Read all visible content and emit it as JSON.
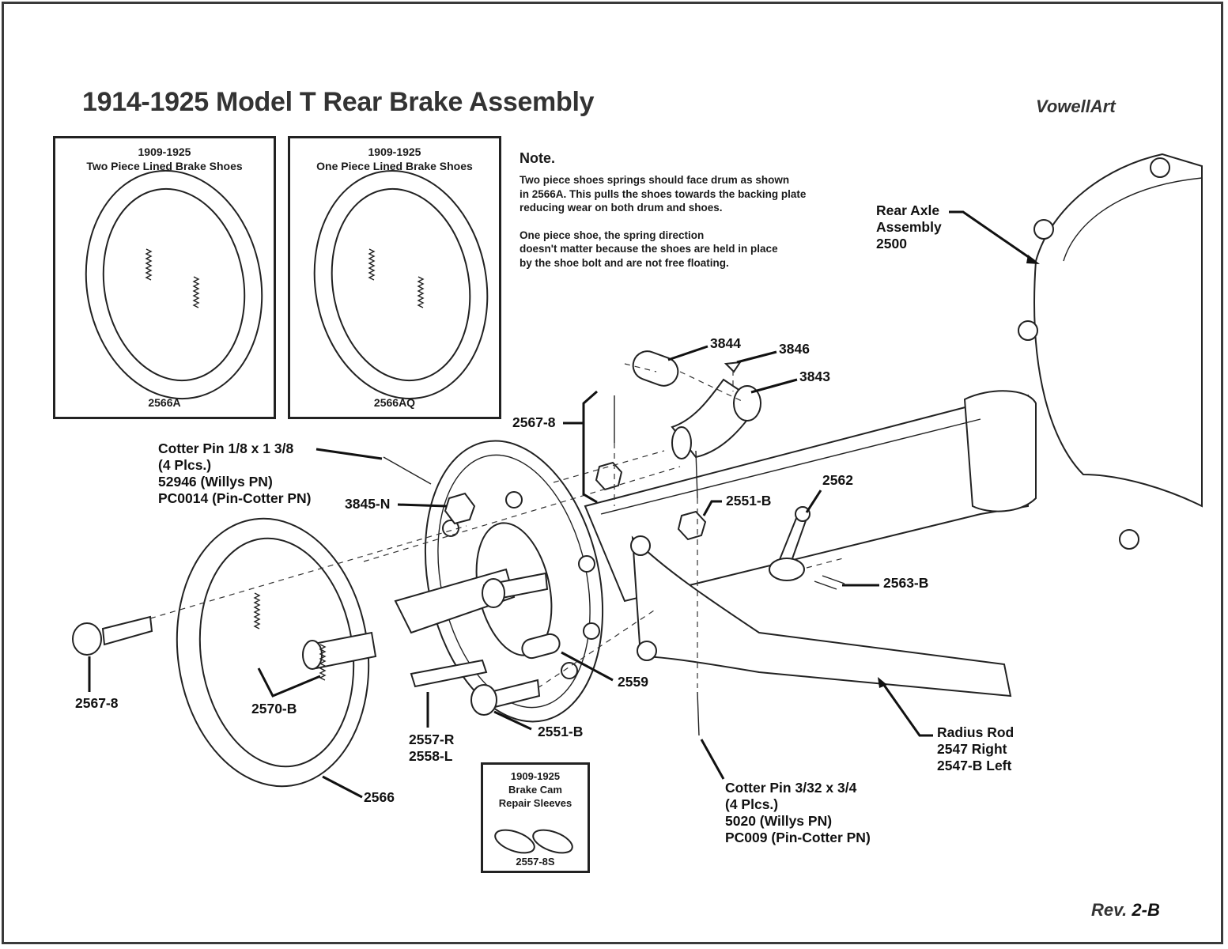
{
  "title": "1914-1925 Model T Rear Brake Assembly",
  "brand": "VowellArt",
  "revision": {
    "prefix": "Rev.",
    "value": "2-B"
  },
  "insets": [
    {
      "years": "1909-1925",
      "name": "Two Piece Lined Brake Shoes",
      "part": "2566A"
    },
    {
      "years": "1909-1925",
      "name": "One Piece Lined Brake Shoes",
      "part": "2566AQ"
    },
    {
      "years": "1909-1925",
      "name_line1": "Brake Cam",
      "name_line2": "Repair Sleeves",
      "part": "2557-8S"
    }
  ],
  "note": {
    "heading": "Note.",
    "para1": [
      "Two piece shoes springs should face drum as shown",
      "in 2566A. This pulls the shoes towards the backing plate",
      "reducing wear on both drum and shoes."
    ],
    "para2": [
      "One piece shoe, the spring direction",
      "doesn't matter because the shoes are held in place",
      "by the shoe bolt and are not free floating."
    ]
  },
  "callouts": {
    "rear_axle": [
      "Rear Axle",
      "Assembly",
      "2500"
    ],
    "p3844": "3844",
    "p3846": "3846",
    "p3843": "3843",
    "p2567_8_top": "2567-8",
    "cotter_large": [
      "Cotter Pin 1/8 x 1 3/8",
      "(4 Plcs.)",
      "52946 (Willys PN)",
      "PC0014 (Pin-Cotter PN)"
    ],
    "p3845n": "3845-N",
    "p2551b_top": "2551-B",
    "p2562": "2562",
    "p2563b": "2563-B",
    "p2567_8_left": "2567-8",
    "p2570b": "2570-B",
    "p2557r": "2557-R",
    "p2558l": "2558-L",
    "p2551b_bottom": "2551-B",
    "p2559": "2559",
    "p2566": "2566",
    "radius_rod": [
      "Radius Rod",
      "2547 Right",
      "2547-B Left"
    ],
    "cotter_small": [
      "Cotter Pin 3/32 x 3/4",
      "(4 Plcs.)",
      "5020 (Willys PN)",
      "PC009 (Pin-Cotter PN)"
    ]
  }
}
